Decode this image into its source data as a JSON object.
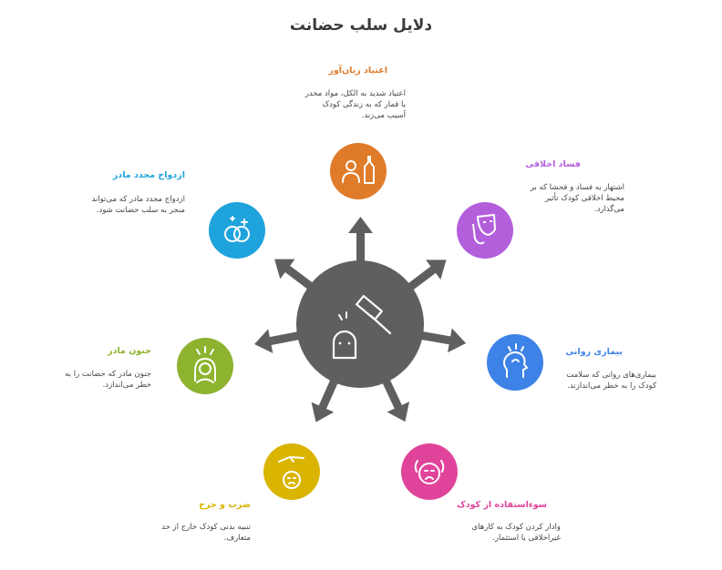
{
  "title": "دلایل سلب حضانت",
  "colors": {
    "hub": "#5f5f5f",
    "arrow": "#5f5f5f",
    "addiction": "#e07b2a",
    "moral": "#b35fdc",
    "mental": "#3d82e6",
    "abuse": "#e0449a",
    "violence": "#d9b400",
    "insanity": "#8db32f",
    "remarriage": "#1fa3dc"
  },
  "hub_icons": [
    "gavel-icon",
    "ghost-icon",
    "sparkle-icon"
  ],
  "items": {
    "addiction": {
      "title": "اعتیاد زیان‌آور",
      "desc_lines": [
        "اعتیاد شدید به الکل، مواد مخدر",
        "یا قمار که به زندگی کودک",
        "آسیب می‌زند."
      ],
      "icon": "person-bottle-icon"
    },
    "moral": {
      "title": "فساد اخلاقی",
      "desc_lines": [
        "اشتهار به فساد و فحشا که بر",
        "محیط اخلاقی کودک تأثیر",
        "می‌گذارد."
      ],
      "icon": "masks-icon"
    },
    "mental": {
      "title": "بیماری روانی",
      "desc_lines": [
        "بیماری‌های روانی که سلامت",
        "کودک را به خطر می‌اندازند."
      ],
      "icon": "head-brain-icon"
    },
    "abuse": {
      "title": "سوءاستفاده از کودک",
      "desc_lines": [
        "وادار کردن کودک به کارهای",
        "غیراخلاقی یا استثمار."
      ],
      "icon": "crying-child-icon"
    },
    "violence": {
      "title": "ضرب و جرح",
      "desc_lines": [
        "تنبیه بدنی کودک خارج از حد",
        "متعارف."
      ],
      "icon": "hand-face-icon"
    },
    "insanity": {
      "title": "جنون مادر",
      "desc_lines": [
        "جنون مادر که حضانت را به",
        "خطر می‌اندازد."
      ],
      "icon": "stressed-woman-icon"
    },
    "remarriage": {
      "title": "ازدواج مجدد مادر",
      "desc_lines": [
        "ازدواج مجدد مادر که می‌تواند",
        "منجر به سلب حضانت شود."
      ],
      "icon": "rings-icon"
    }
  }
}
